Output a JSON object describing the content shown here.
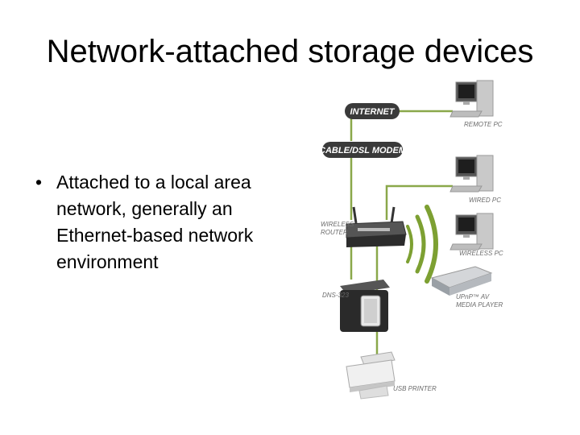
{
  "slide": {
    "title": "Network-attached storage devices",
    "bullet_marker": "•",
    "bullet_text": "Attached to a local area network, generally an Ethernet-based network environment"
  },
  "diagram": {
    "internet": "INTERNET",
    "modem": "CABLE/DSL MODEM",
    "remote_pc": "REMOTE PC",
    "wired_pc": "WIRED PC",
    "wireless_router": [
      "WIRELESS",
      "ROUTER"
    ],
    "wireless_pc": "WIRELESS PC",
    "media_player": [
      "UPnP™ AV",
      "MEDIA PLAYER"
    ],
    "nas": "DNS-323",
    "printer": "USB PRINTER"
  },
  "colors": {
    "wire": "#8aa84a",
    "wave": "#7da032",
    "pill": "#3a3a3a"
  }
}
